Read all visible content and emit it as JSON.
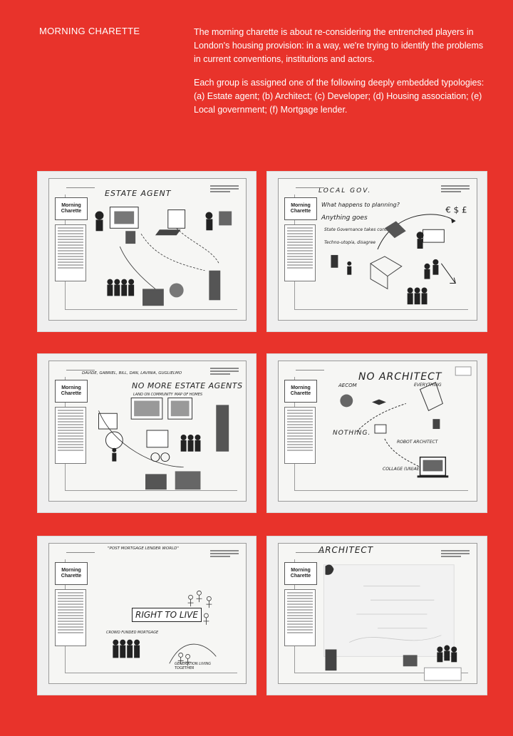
{
  "header": {
    "section_title": "MORNING CHARETTE",
    "intro_paragraph_1": "The morning charette is about re-considering the entrenched players in London's housing provision: in a way, we're trying to identify the problems in current conventions, institutions and actors.",
    "intro_paragraph_2": "Each group is assigned one of the following deeply embedded typologies: (a) Estate agent; (b) Architect; (c) Developer; (d) Housing association; (e) Local government; (f) Mortgage lender."
  },
  "boards": [
    {
      "logo": "Morning Charette",
      "title": "ESTATE AGENT",
      "notes": []
    },
    {
      "logo": "Morning Charette",
      "title": "LOCAL GOV.",
      "notes": [
        "What happens to planning?",
        "Anything goes",
        "State Governance takes control",
        "Techno-utopia, disagree"
      ]
    },
    {
      "logo": "Morning Charette",
      "title": "NO MORE ESTATE AGENTS",
      "notes": [
        "DAVIDE, GABRIEL, BILL, DAN, LAVINIA, GUGLIELMO",
        "LAND ON COMMUNITY",
        "MAP OF HOMES"
      ]
    },
    {
      "logo": "Morning Charette",
      "title": "NO ARCHITECT",
      "notes": [
        "AECOM",
        "EVERYTHING",
        "NOTHING.",
        "ROBOT ARCHITECT",
        "COLLAGE (UN)AESTHETICS"
      ]
    },
    {
      "logo": "Morning Charette",
      "title": "RIGHT TO LIVE",
      "notes": [
        "\"POST MORTGAGE LENDER WORLD\"",
        "CROWD FUNDED MORTGAGE",
        "GENERATION LIVING TOGETHER"
      ]
    },
    {
      "logo": "Morning Charette",
      "title": "ARCHITECT",
      "notes": []
    }
  ]
}
